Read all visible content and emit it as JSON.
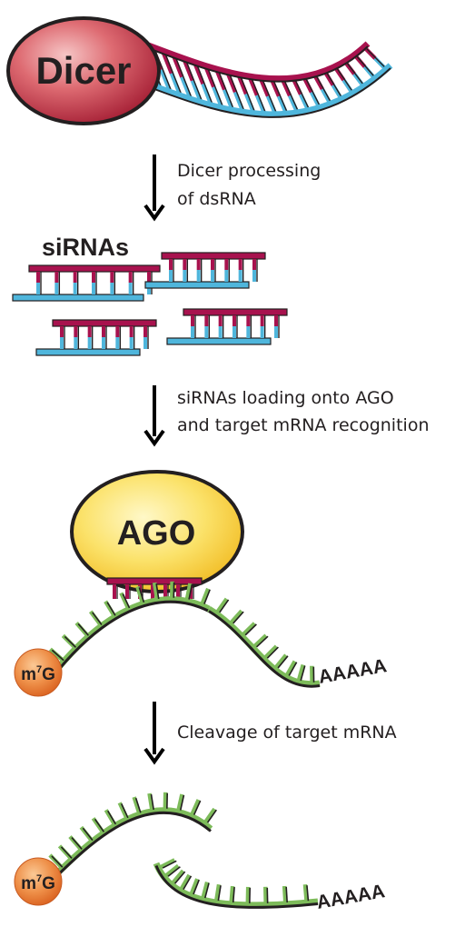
{
  "dicer": {
    "label": "Dicer"
  },
  "steps": [
    {
      "line1": "Dicer processing",
      "line2": "of dsRNA"
    },
    {
      "line1": "siRNAs loading onto AGO",
      "line2": "and target mRNA recognition"
    },
    {
      "line1": "Cleavage of target mRNA"
    }
  ],
  "sirnas": {
    "label": "siRNAs"
  },
  "ago": {
    "label": "AGO"
  },
  "mrna": {
    "cap_base": "m",
    "cap_sup": "7",
    "cap_end": "G",
    "poly_a": "AAAAA"
  },
  "colors": {
    "dicer_fill": "#b22a3c",
    "guide_strand": "#a8124e",
    "passenger_strand": "#4fb6dc",
    "mrna_strand": "#7dbb5a",
    "ago_fill": "#f7d21f",
    "cap_fill": "#e8712e",
    "arrow": "#000000"
  }
}
